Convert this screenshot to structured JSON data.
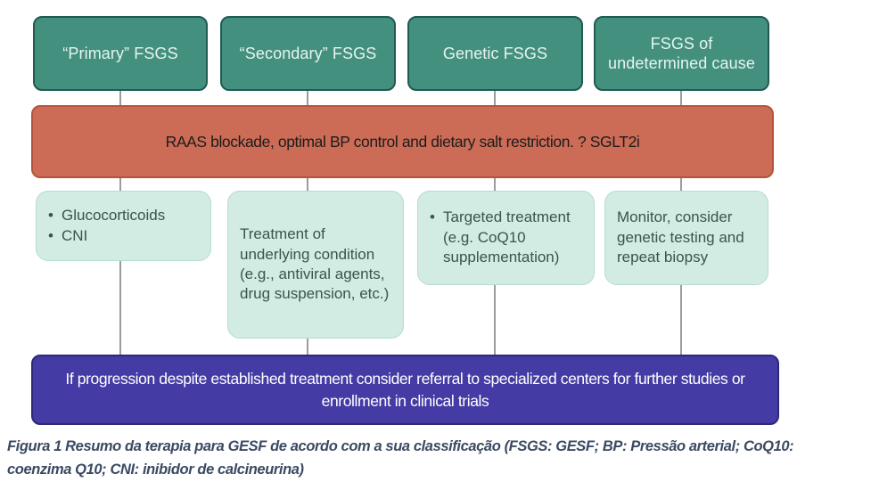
{
  "colors": {
    "teal_fill": "#44907F",
    "teal_border": "#1E5B51",
    "teal_text": "#E6F4F1",
    "salmon_fill": "#CC6C56",
    "salmon_border": "#B4543E",
    "mint_fill": "#D2EBE3",
    "mint_border": "#B7DCD1",
    "mint_text": "#3A544E",
    "indigo_fill": "#443BA5",
    "indigo_border": "#2E2878",
    "connector_gray": "#9C9C9C",
    "caption_text": "#3B4A63"
  },
  "classification_row": [
    {
      "label": "“Primary” FSGS"
    },
    {
      "label": "“Secondary” FSGS"
    },
    {
      "label": "Genetic FSGS"
    },
    {
      "label": "FSGS of\nundetermined cause"
    }
  ],
  "baseline_band": {
    "text": "RAAS blockade, optimal BP control and dietary salt restriction. ? SGLT2i"
  },
  "treatment_row": [
    {
      "bullets": [
        "Glucocorticoids",
        "CNI"
      ]
    },
    {
      "text": "Treatment of underlying condition (e.g., antiviral agents, drug suspension, etc.)"
    },
    {
      "bullets": [
        "Targeted treatment (e.g. CoQ10 supplementation)"
      ]
    },
    {
      "text": "Monitor, consider genetic testing and repeat biopsy"
    }
  ],
  "progression_band": {
    "text": "If progression despite established treatment consider referral to specialized centers for further studies or enrollment in clinical trials"
  },
  "caption": {
    "line1": "Figura 1 Resumo da terapia para GESF de acordo com a sua classificação (FSGS: GESF; BP: Pressão arterial; CoQ10:",
    "line2": "coenzima Q10; CNI: inibidor de calcineurina)"
  }
}
